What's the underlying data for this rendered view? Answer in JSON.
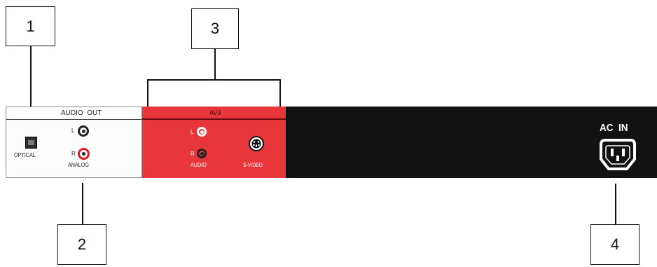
{
  "callouts": [
    "1",
    "2",
    "3",
    "4"
  ],
  "audio_out": {
    "title": "AUDIO  OUT",
    "optical_label": "OPTICAL",
    "analog_label": "ANALOG",
    "l_label": "L",
    "r_label": "R"
  },
  "av3": {
    "title": "AV3",
    "l_label": "L",
    "r_label": "R",
    "audio_label": "AUDIO",
    "svideo_label": "S-VIDEO"
  },
  "ac_in": {
    "label": "AC  IN"
  },
  "colors": {
    "av3_red": "#e8363b",
    "black_panel": "#121212",
    "jack_red": "#e21b1b"
  },
  "icons": [
    "optical-port-icon",
    "rca-jack-icon",
    "svideo-port-icon",
    "ac-power-socket-icon"
  ]
}
